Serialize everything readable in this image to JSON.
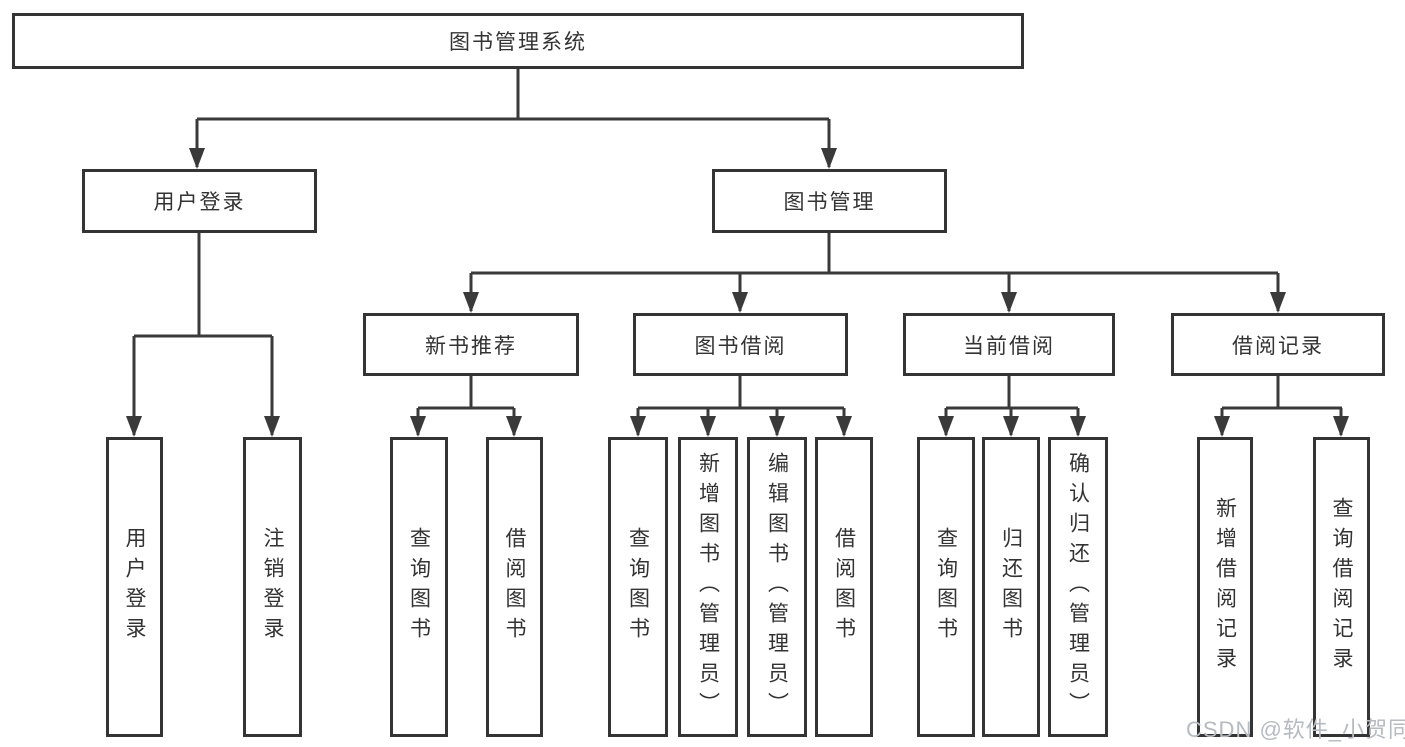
{
  "diagram_title": "图书管理系统",
  "nodes": {
    "root": {
      "label": "图书管理系统"
    },
    "user_login": {
      "label": "用户登录"
    },
    "book_management": {
      "label": "图书管理"
    },
    "login": {
      "label": "用户登录"
    },
    "logout": {
      "label": "注销登录"
    },
    "new_book_recommend": {
      "label": "新书推荐"
    },
    "book_borrowing": {
      "label": "图书借阅"
    },
    "current_borrowing": {
      "label": "当前借阅"
    },
    "borrowing_records": {
      "label": "借阅记录"
    },
    "nb_query_books": {
      "label": "查询图书"
    },
    "nb_borrow_books": {
      "label": "借阅图书"
    },
    "bb_query_books": {
      "label": "查询图书"
    },
    "bb_add_books": {
      "label": "新增图书（管理员）"
    },
    "bb_edit_books": {
      "label": "编辑图书（管理员）"
    },
    "bb_borrow_books": {
      "label": "借阅图书"
    },
    "cb_query_books": {
      "label": "查询图书"
    },
    "cb_return_books": {
      "label": "归还图书"
    },
    "cb_confirm_return": {
      "label": "确认归还（管理员）"
    },
    "br_add_record": {
      "label": "新增借阅记录"
    },
    "br_query_record": {
      "label": "查询借阅记录"
    }
  },
  "hierarchy": {
    "root": [
      "user_login",
      "book_management"
    ],
    "user_login": [
      "login",
      "logout"
    ],
    "book_management": [
      "new_book_recommend",
      "book_borrowing",
      "current_borrowing",
      "borrowing_records"
    ],
    "new_book_recommend": [
      "nb_query_books",
      "nb_borrow_books"
    ],
    "book_borrowing": [
      "bb_query_books",
      "bb_add_books",
      "bb_edit_books",
      "bb_borrow_books"
    ],
    "current_borrowing": [
      "cb_query_books",
      "cb_return_books",
      "cb_confirm_return"
    ],
    "borrowing_records": [
      "br_add_record",
      "br_query_record"
    ]
  },
  "watermark": "CSDN @软件_小贺同学",
  "colors": {
    "line": "#3a3a3a",
    "box_border": "#343434",
    "text": "#333333",
    "watermark": "#b6bac1",
    "background": "#ffffff"
  }
}
